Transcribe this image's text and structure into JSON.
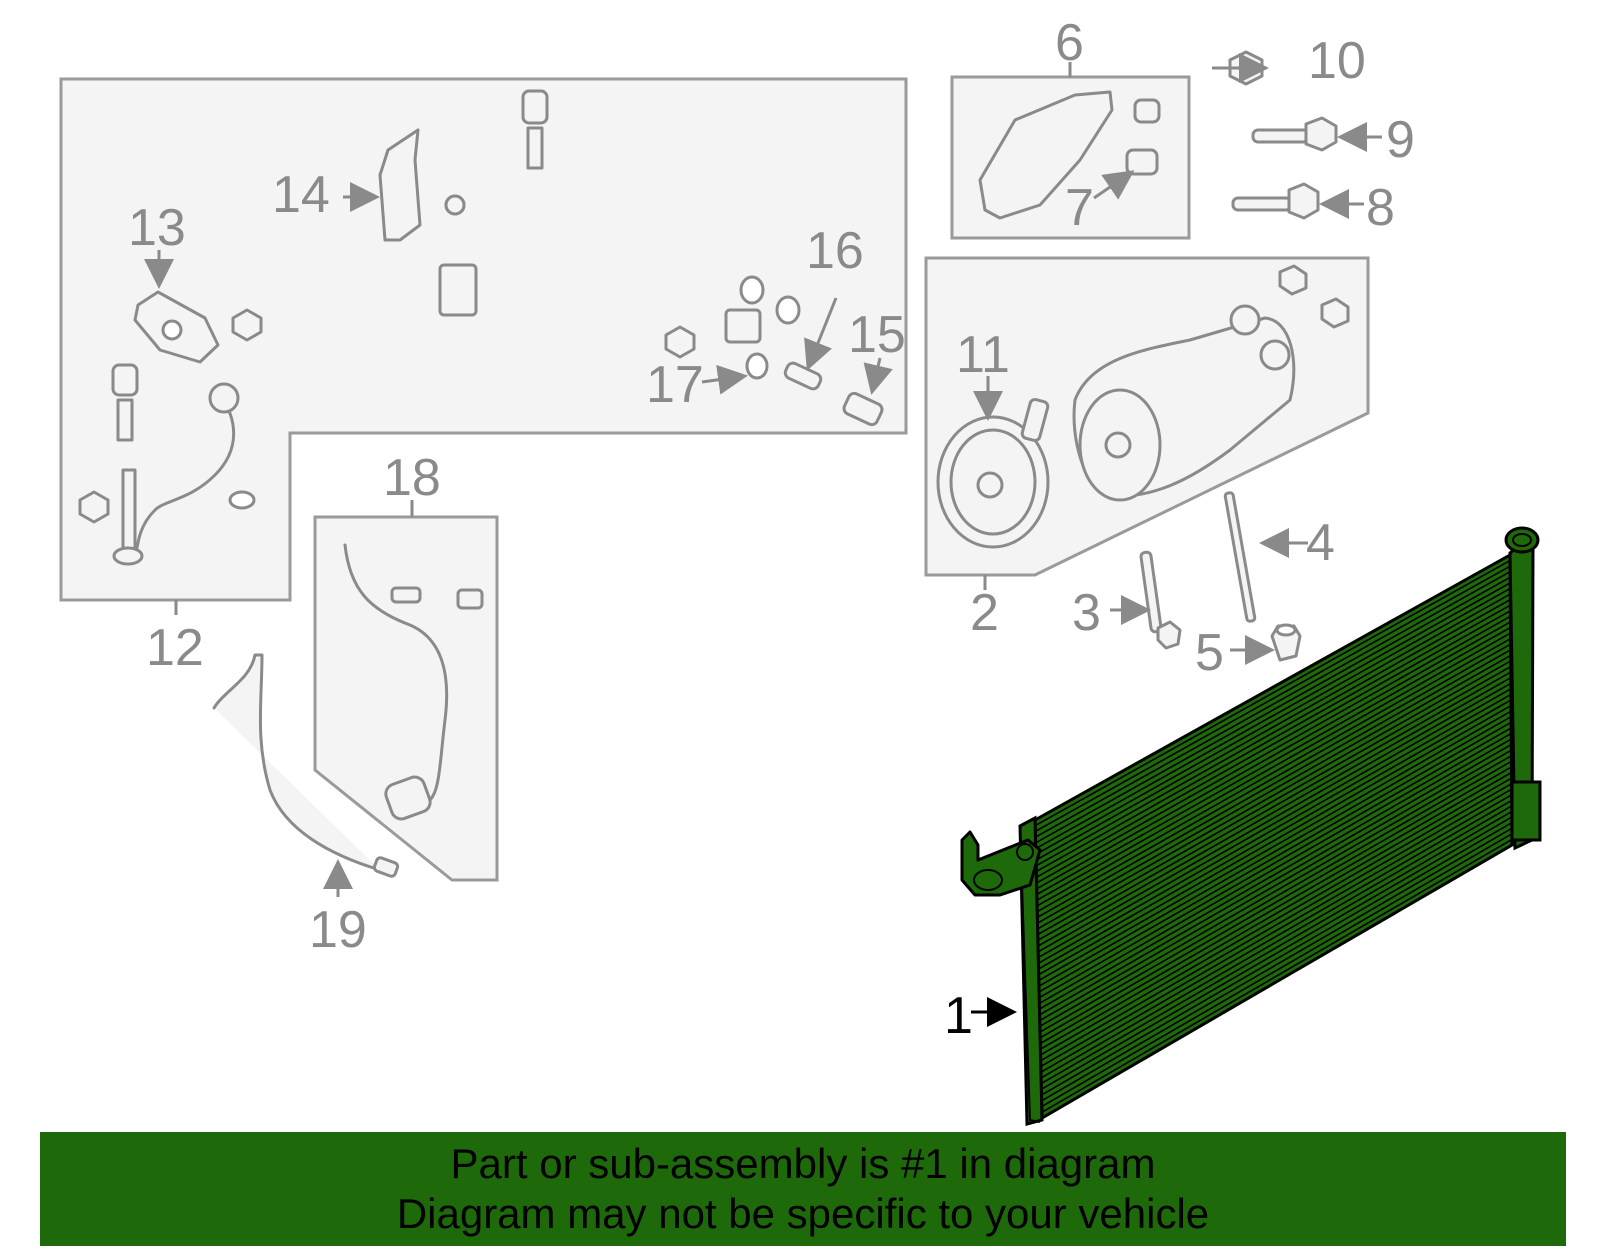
{
  "callouts": {
    "c1": "1",
    "c2": "2",
    "c3": "3",
    "c4": "4",
    "c5": "5",
    "c6": "6",
    "c7": "7",
    "c8": "8",
    "c9": "9",
    "c10": "10",
    "c11": "11",
    "c12": "12",
    "c13": "13",
    "c14": "14",
    "c15": "15",
    "c16": "16",
    "c17": "17",
    "c18": "18",
    "c19": "19"
  },
  "banner": {
    "line1": "Part or sub-assembly is #1 in diagram",
    "line2": "Diagram may not be specific to your vehicle"
  },
  "colors": {
    "highlight": "#1e6a0a",
    "banner_bg": "#1e6a0a",
    "line_gray": "#8a8a8a",
    "box_fill": "#f4f4f4"
  }
}
